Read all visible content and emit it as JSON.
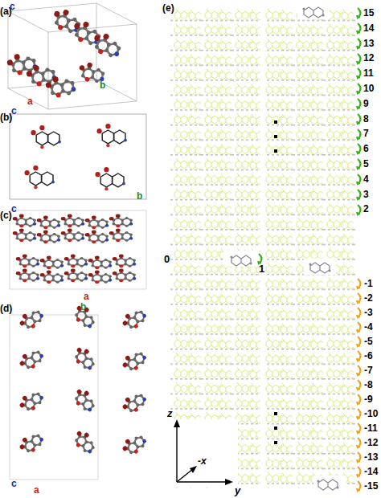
{
  "diagram": {
    "labels": [
      "(a)",
      "c",
      "b",
      "a",
      "(b)",
      "c",
      "b",
      "(c)",
      "c",
      "a",
      "(d)",
      "b",
      "c",
      "a",
      "(e)",
      "0",
      "1",
      "15",
      "14",
      "13",
      "12",
      "11",
      "10",
      "9",
      "8",
      "7",
      "6",
      "5",
      "4",
      "3",
      "2",
      "-1",
      "-2",
      "-3",
      "-4",
      "-5",
      "-6",
      "-7",
      "-8",
      "-9",
      "-10",
      "-11",
      "-12",
      "-13",
      "-14",
      "-15",
      "z",
      "y",
      "-x"
    ]
  }
}
